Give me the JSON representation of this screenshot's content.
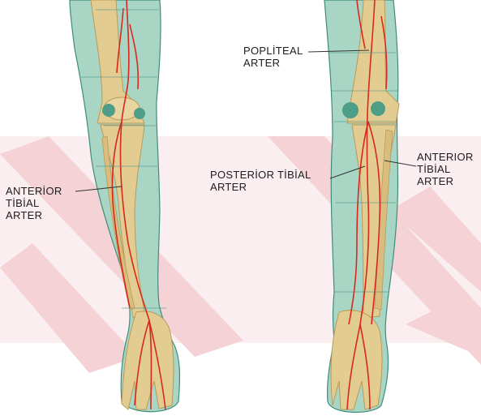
{
  "labels": {
    "left_anterior": [
      "ANTERİOR",
      "TİBİAL",
      "ARTER"
    ],
    "popliteal": [
      "POPLİTEAL",
      "ARTER"
    ],
    "posterior": [
      "POSTERİOR TİBİAL",
      "ARTER"
    ],
    "right_anterior": [
      "ANTERIOR",
      "TİBİAL",
      "ARTER"
    ]
  },
  "colors": {
    "watermark": "#f6dadd",
    "skin": "#a9d6c4",
    "skin_outline": "#3f8c7c",
    "bone": "#e3cc92",
    "bone_shadow": "#b99a58",
    "artery": "#d8281e",
    "knee_cap": "#4e9d86",
    "leader": "#333333"
  },
  "icons": [
    "left-leg-anterior-view",
    "right-leg-posterior-view",
    "watermark-logo"
  ]
}
